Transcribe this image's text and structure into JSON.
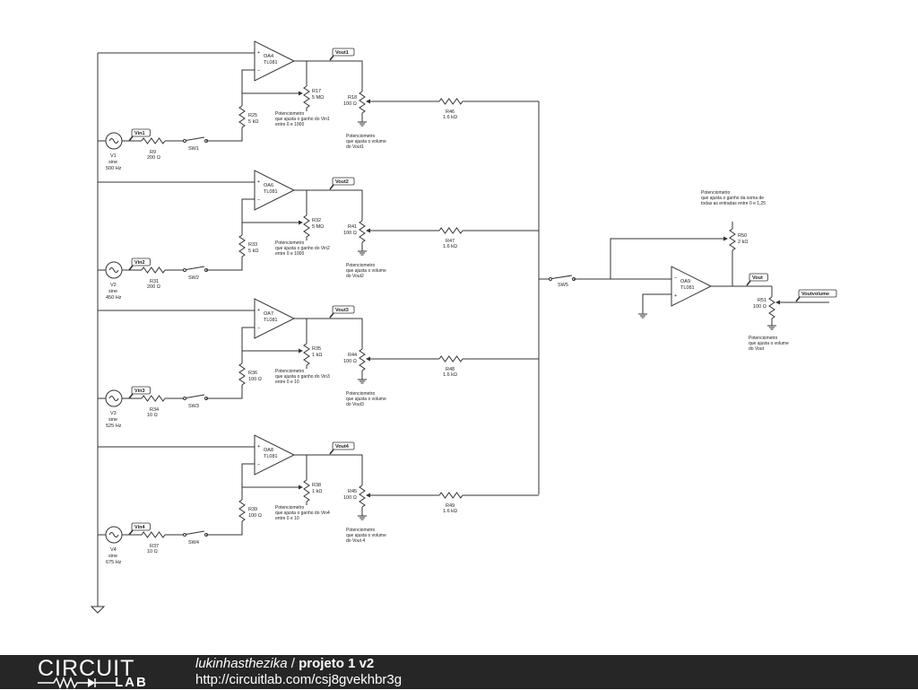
{
  "stages": [
    {
      "oa_name": "OA4",
      "oa_part": "TL081",
      "src_name": "V1",
      "src_type": "sine",
      "src_freq": "500 Hz",
      "vin_flag": "Vin1",
      "rin_name": "R9",
      "rin_value": "200 Ω",
      "sw_name": "SW1",
      "rfb_name": "R25",
      "rfb_value": "5 kΩ",
      "rgain_name": "R17",
      "rgain_value": "5 MΩ",
      "gain_note": [
        "Potenciometro",
        "que ajusta o ganho do Vin1",
        "entre 0 e 1000"
      ],
      "vout_flag": "Vout1",
      "rvol_name": "R18",
      "rvol_value": "100 Ω",
      "vol_note": [
        "Potenciometro",
        "que ajusta o volume",
        "do Vout1"
      ],
      "rsum_name": "R46",
      "rsum_value": "1.6 kΩ"
    },
    {
      "oa_name": "OA6",
      "oa_part": "TL081",
      "src_name": "V2",
      "src_type": "sine",
      "src_freq": "450 Hz",
      "vin_flag": "Vin2",
      "rin_name": "R31",
      "rin_value": "200 Ω",
      "sw_name": "SW2",
      "rfb_name": "R33",
      "rfb_value": "5 kΩ",
      "rgain_name": "R32",
      "rgain_value": "5 MΩ",
      "gain_note": [
        "Potenciometro",
        "que ajusta o ganho do Vin2",
        "entre 0 e 1000"
      ],
      "vout_flag": "Vout2",
      "rvol_name": "R41",
      "rvol_value": "100 Ω",
      "vol_note": [
        "Potenciometro",
        "que ajusta o volume",
        "do Vout2"
      ],
      "rsum_name": "R47",
      "rsum_value": "1.6 kΩ"
    },
    {
      "oa_name": "OA7",
      "oa_part": "TL081",
      "src_name": "V3",
      "src_type": "sine",
      "src_freq": "525 Hz",
      "vin_flag": "Vin3",
      "rin_name": "R34",
      "rin_value": "10 Ω",
      "sw_name": "SW3",
      "rfb_name": "R36",
      "rfb_value": "100 Ω",
      "rgain_name": "R35",
      "rgain_value": "1 kΩ",
      "gain_note": [
        "Potenciometro",
        "que ajusta o ganho do Vin3",
        "entre 0 e 10"
      ],
      "vout_flag": "Vout3",
      "rvol_name": "R44",
      "rvol_value": "100 Ω",
      "vol_note": [
        "Potenciometro",
        "que ajusta o volume",
        "do Vout3"
      ],
      "rsum_name": "R48",
      "rsum_value": "1.6 kΩ"
    },
    {
      "oa_name": "OA8",
      "oa_part": "TL081",
      "src_name": "V4",
      "src_type": "sine",
      "src_freq": "675 Hz",
      "vin_flag": "Vin4",
      "rin_name": "R37",
      "rin_value": "10 Ω",
      "sw_name": "SW4",
      "rfb_name": "R39",
      "rfb_value": "100 Ω",
      "rgain_name": "R38",
      "rgain_value": "1 kΩ",
      "gain_note": [
        "Potenciometro",
        "que ajusta o ganho do Vin4",
        "entre 0 e 10"
      ],
      "vout_flag": "Vout4",
      "rvol_name": "R45",
      "rvol_value": "100 Ω",
      "vol_note": [
        "Potenciometro",
        "que ajusta o volume",
        "do Vout 4"
      ],
      "rsum_name": "R49",
      "rsum_value": "1.6 kΩ"
    }
  ],
  "mixer": {
    "sw_name": "SW5",
    "oa_name": "OA9",
    "oa_part": "TL081",
    "rfb_name": "R50",
    "rfb_value": "2 kΩ",
    "fb_note": [
      "Potenciometro",
      "que ajusta o ganho da soma de",
      "todas as entradas entre 0 e 1,25"
    ],
    "vout_flag": "Vout",
    "rvol_name": "R51",
    "rvol_value": "100 Ω",
    "vol_note": [
      "Potenciometro",
      "que ajusta o volume",
      "do Vout"
    ],
    "final_flag": "Voutvolume"
  },
  "footer": {
    "logo_top": "CIRCUIT",
    "logo_bottom": "LAB",
    "user": "lukinhasthezika",
    "separator": " / ",
    "project": "projeto 1 v2",
    "url": "http://circuitlab.com/csj8gvekhbr3g"
  }
}
